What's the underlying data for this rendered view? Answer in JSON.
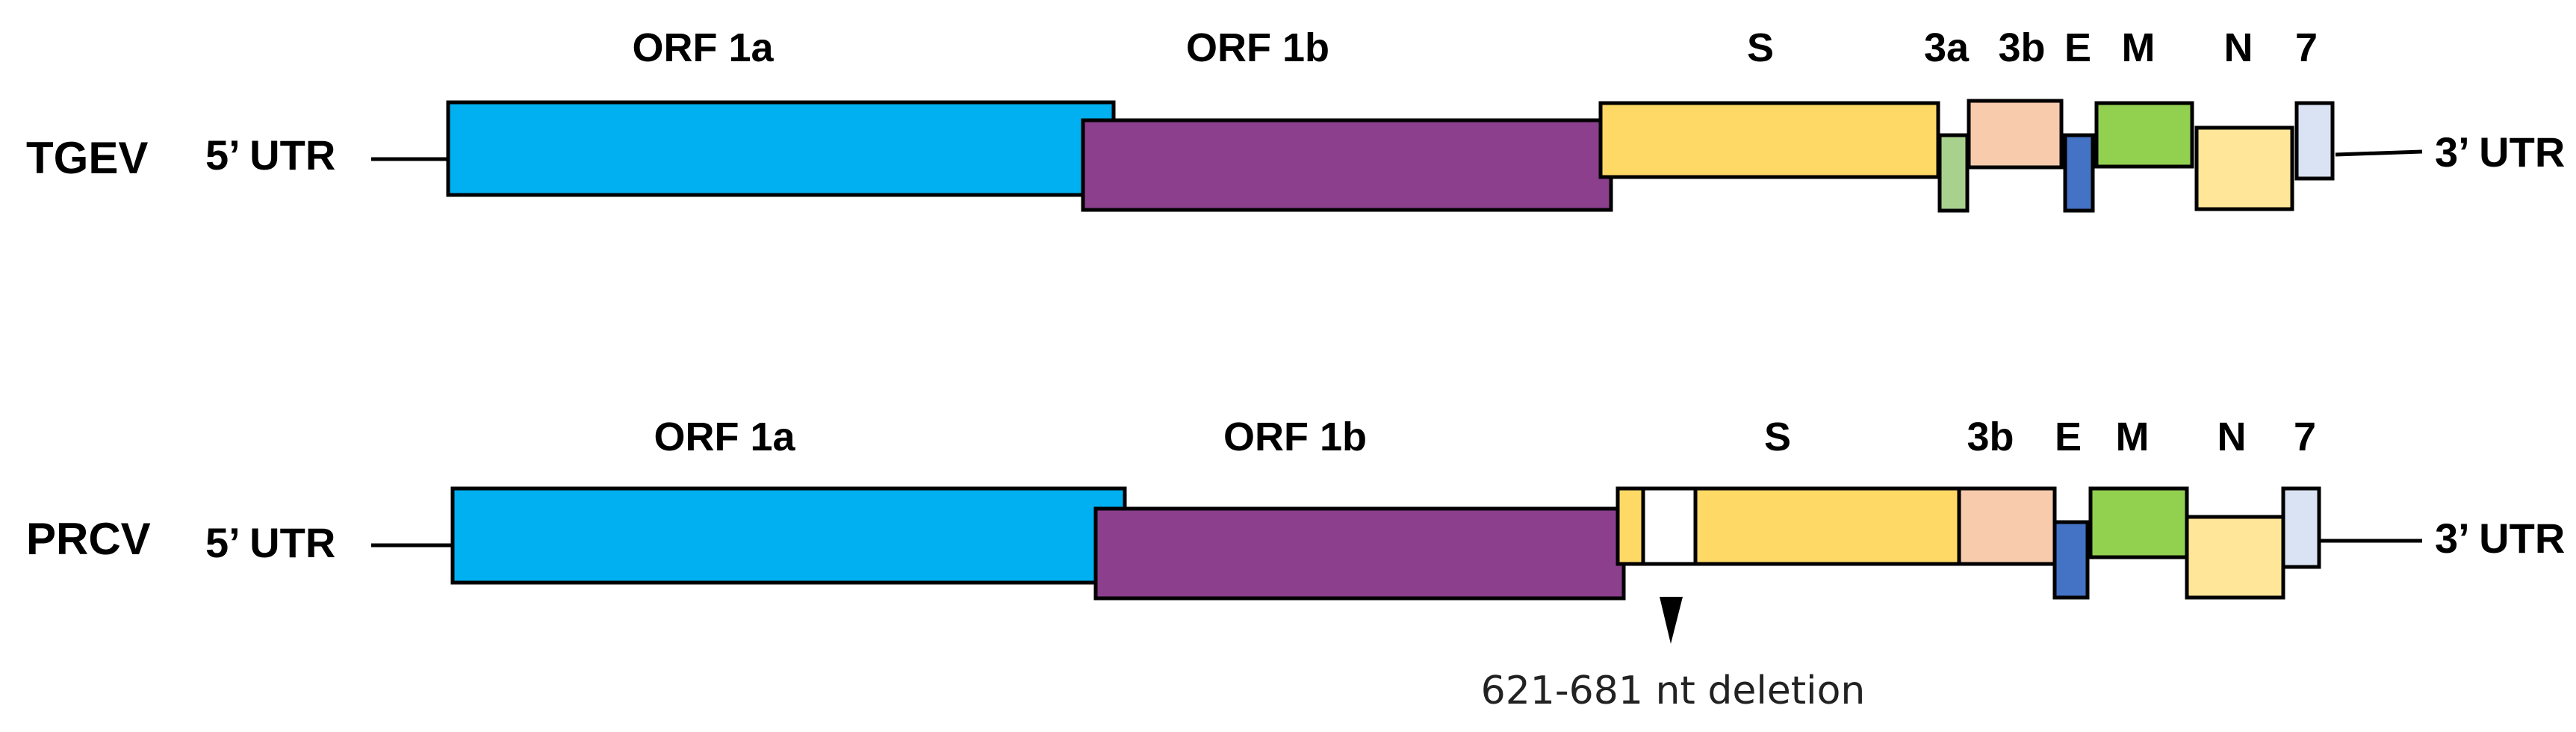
{
  "tgev": {
    "name": "TGEV",
    "utr5": "5’ UTR",
    "utr3": "3’ UTR",
    "genes": [
      {
        "label": "ORF 1a",
        "color": "#00b0f0"
      },
      {
        "label": "ORF 1b",
        "color": "#8b3f8d"
      },
      {
        "label": "S",
        "color": "#ffd966"
      },
      {
        "label": "3a",
        "color": "#a9d18e"
      },
      {
        "label": "3b",
        "color": "#f8cbad"
      },
      {
        "label": "E",
        "color": "#4472c4"
      },
      {
        "label": "M",
        "color": "#92d050"
      },
      {
        "label": "N",
        "color": "#ffe699"
      },
      {
        "label": "7",
        "color": "#dae3f3"
      }
    ]
  },
  "prcv": {
    "name": "PRCV",
    "utr5": "5’ UTR",
    "utr3": "3’ UTR",
    "genes": [
      {
        "label": "ORF 1a",
        "color": "#00b0f0"
      },
      {
        "label": "ORF 1b",
        "color": "#8b3f8d"
      },
      {
        "label": "S",
        "color": "#ffd966"
      },
      {
        "label": "3b",
        "color": "#f8cbad"
      },
      {
        "label": "E",
        "color": "#4472c4"
      },
      {
        "label": "M",
        "color": "#92d050"
      },
      {
        "label": "N",
        "color": "#ffe699"
      },
      {
        "label": "7",
        "color": "#dae3f3"
      }
    ],
    "deletion_note": "621-681 nt deletion"
  }
}
